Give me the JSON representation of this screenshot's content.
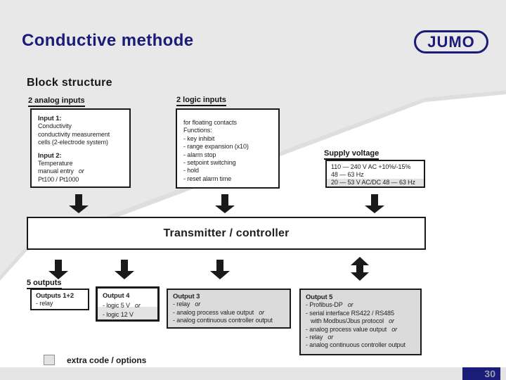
{
  "slide": {
    "title": "Conductive methode",
    "logo_text": "JUMO",
    "colors": {
      "navy": "#1b1b78",
      "background_gray": "#e8e8e8",
      "box_gray": "#dbdbdb",
      "shade_gray": "#e3e3e3"
    }
  },
  "footer": {
    "page_number": "30"
  },
  "diagram": {
    "heading": "Block structure",
    "analog": {
      "label": "2 analog inputs",
      "lines": [
        {
          "text": "Input 1:",
          "bold": true
        },
        {
          "text": "Conductivity"
        },
        {
          "text": "conductivity measurement"
        },
        {
          "text": "cells (2-electrode system)"
        },
        {
          "text": "Input 2:",
          "bold": true,
          "gap": true
        },
        {
          "text": "Temperature"
        },
        {
          "text": "manual entry",
          "or": true
        },
        {
          "text": "Pt100 / Pt1000"
        }
      ]
    },
    "logic": {
      "label": "2 logic inputs",
      "lines": [
        {
          "text": "for floating contacts"
        },
        {
          "text": "Functions:"
        },
        {
          "text": "- key inhibit"
        },
        {
          "text": "- range expansion (x10)"
        },
        {
          "text": "- alarm stop"
        },
        {
          "text": "- setpoint switching"
        },
        {
          "text": "- hold"
        },
        {
          "text": "- reset alarm time"
        }
      ]
    },
    "supply": {
      "label": "Supply voltage",
      "lines": [
        {
          "text": "110 — 240 V AC +10%/-15%"
        },
        {
          "text": "48 — 63 Hz"
        },
        {
          "text": "20 — 53 V AC/DC 48 — 63 Hz",
          "shaded": true
        }
      ]
    },
    "transmitter": {
      "label": "Transmitter / controller"
    },
    "outputs": {
      "label": "5 outputs",
      "out12": {
        "lines": [
          {
            "text": "Outputs 1+2",
            "bold": true
          },
          {
            "text": "- relay"
          }
        ]
      },
      "out4": {
        "lines": [
          {
            "text": "Output 4",
            "bold": true
          },
          {
            "text": "- logic 5 V",
            "or": true
          },
          {
            "text": "- logic 12 V",
            "shaded": true
          }
        ]
      },
      "out3": {
        "lines": [
          {
            "text": "Output 3",
            "bold": true
          },
          {
            "text": "- relay",
            "or": true
          },
          {
            "text": "- analog process value output",
            "or": true
          },
          {
            "text": "- analog continuous controller output"
          }
        ]
      },
      "out5": {
        "lines": [
          {
            "text": "Output 5",
            "bold": true
          },
          {
            "text": "- Profibus-DP",
            "or": true
          },
          {
            "text": "- serial interface RS422 / RS485"
          },
          {
            "text": "with Modbus/Jbus protocol",
            "or": true,
            "indent": true
          },
          {
            "text": "- analog process value output",
            "or": true
          },
          {
            "text": "- relay",
            "or": true
          },
          {
            "text": "- analog continuous controller output"
          }
        ]
      }
    },
    "extra": {
      "label": "extra code / options"
    }
  }
}
